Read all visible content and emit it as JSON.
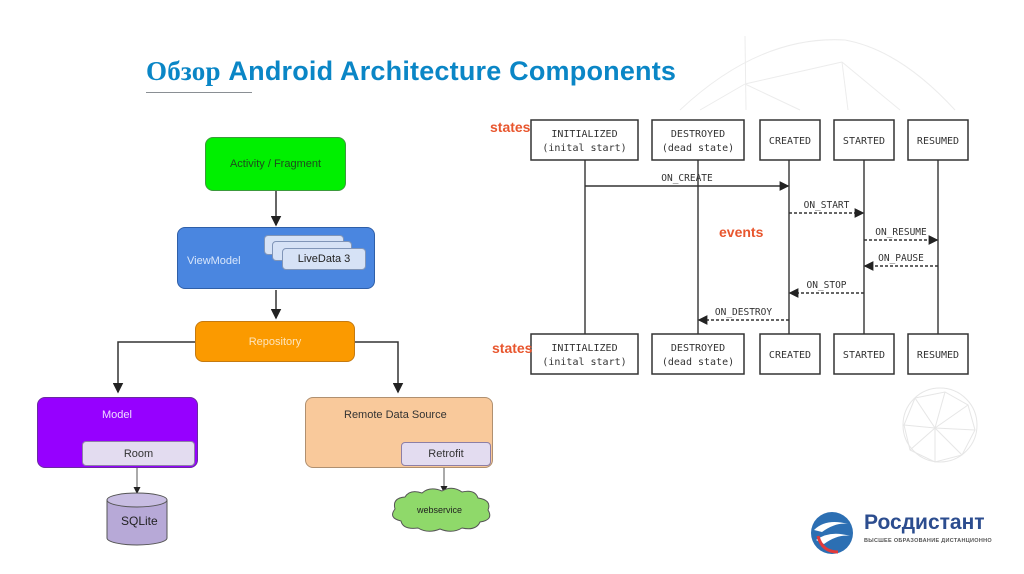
{
  "slide": {
    "title_ru": "Обзор",
    "title_en": "Android Architecture Components"
  },
  "architecture": {
    "activity": "Activity / Fragment",
    "viewmodel": "ViewModel",
    "livedata": "LiveData 3",
    "repository": "Repository",
    "model": "Model",
    "room": "Room",
    "sqlite": "SQLite",
    "remote": "Remote Data Source",
    "retrofit": "Retrofit",
    "webservice": "webservice",
    "colors": {
      "activity": "#00f000",
      "viewmodel": "#4a86e0",
      "repository": "#fb9a00",
      "model": "#9600ff",
      "remote": "#f9c99b",
      "sqlite": "#b7a9d7",
      "webservice": "#8fd96a"
    }
  },
  "lifecycle": {
    "states_label": "states",
    "events_label": "events",
    "states": [
      {
        "name": "INITIALIZED",
        "sub": "(inital start)"
      },
      {
        "name": "DESTROYED",
        "sub": "(dead state)"
      },
      {
        "name": "CREATED",
        "sub": ""
      },
      {
        "name": "STARTED",
        "sub": ""
      },
      {
        "name": "RESUMED",
        "sub": ""
      }
    ],
    "events": [
      {
        "name": "ON_CREATE",
        "from": "INITIALIZED",
        "to": "CREATED",
        "style": "solid"
      },
      {
        "name": "ON_START",
        "from": "CREATED",
        "to": "STARTED",
        "style": "dashed"
      },
      {
        "name": "ON_RESUME",
        "from": "STARTED",
        "to": "RESUMED",
        "style": "dashed"
      },
      {
        "name": "ON_PAUSE",
        "from": "RESUMED",
        "to": "STARTED",
        "style": "dashed"
      },
      {
        "name": "ON_STOP",
        "from": "STARTED",
        "to": "CREATED",
        "style": "dashed"
      },
      {
        "name": "ON_DESTROY",
        "from": "CREATED",
        "to": "DESTROYED",
        "style": "dashed"
      }
    ],
    "accent": "#e8562e"
  },
  "brand": {
    "name": "Росдистант",
    "tagline": "ВЫСШЕЕ ОБРАЗОВАНИЕ ДИСТАНЦИОННО"
  }
}
